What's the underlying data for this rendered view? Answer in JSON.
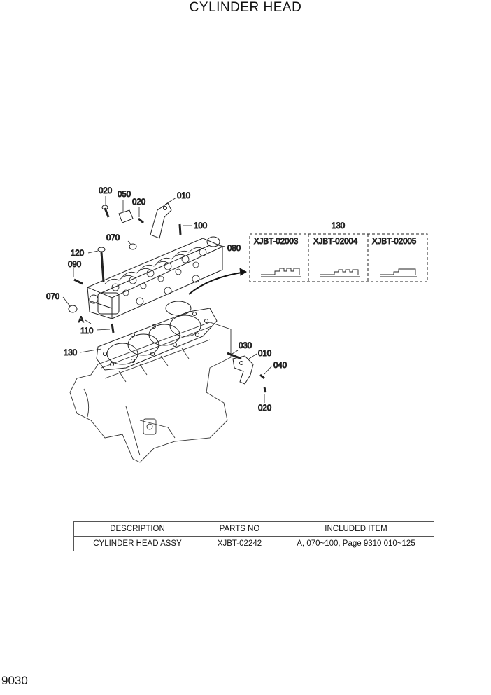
{
  "title": "CYLINDER HEAD",
  "page_number": "9030",
  "callouts": {
    "c020a": "020",
    "c050": "050",
    "c020b": "020",
    "c010a": "010",
    "c100": "100",
    "c080": "080",
    "c070a": "070",
    "c120": "120",
    "c090": "090",
    "c070b": "070",
    "cA": "A",
    "c110": "110",
    "c130": "130",
    "c030": "030",
    "c010b": "010",
    "c040": "040",
    "c020c": "020"
  },
  "gasket_options": {
    "label": "130",
    "parts": [
      "XJBT-02003",
      "XJBT-02004",
      "XJBT-02005"
    ]
  },
  "parts_table": {
    "headers": [
      "DESCRIPTION",
      "PARTS NO",
      "INCLUDED ITEM"
    ],
    "rows": [
      [
        "CYLINDER HEAD ASSY",
        "XJBT-02242",
        "A, 070~100, Page 9310 010~125"
      ]
    ]
  }
}
